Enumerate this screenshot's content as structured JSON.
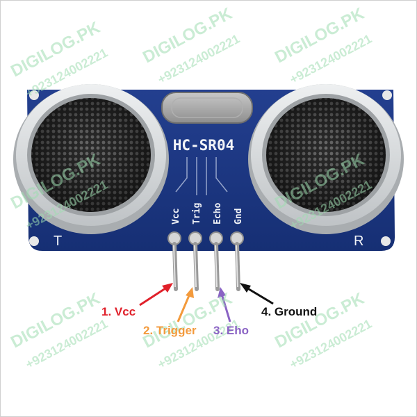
{
  "board": {
    "model": "HC-SR04",
    "side_left": "T",
    "side_right": "R",
    "pins": [
      "Vcc",
      "Trig",
      "Echo",
      "Gnd"
    ]
  },
  "callouts": [
    {
      "text": "1. Vcc",
      "color": "#e0202a"
    },
    {
      "text": "2. Trigger",
      "color": "#f39a3c"
    },
    {
      "text": "3. Eho",
      "color": "#8a63c4"
    },
    {
      "text": "4. Ground",
      "color": "#111111"
    }
  ],
  "watermarks": [
    "DIGILOG.PK",
    "+923124002221"
  ],
  "colors": {
    "pcb": "#1e3a8a",
    "pcb_dark": "#13286a",
    "silkscreen": "#f2f4f8",
    "sensor_ring": "#d9dcdf",
    "mesh": "#3a3a3a",
    "watermark": "#b8e6c4"
  }
}
